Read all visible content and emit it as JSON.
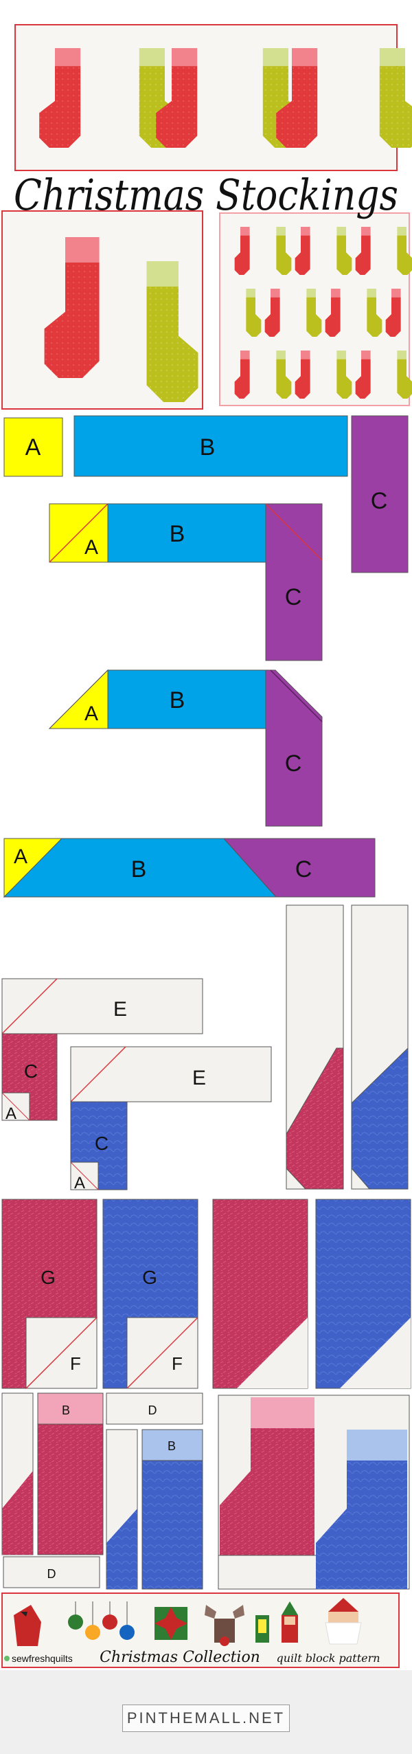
{
  "title": "Christmas Stockings",
  "labels": {
    "a": "A",
    "b": "B",
    "c": "C",
    "d": "D",
    "e": "E",
    "f": "F",
    "g": "G"
  },
  "banner": {
    "brand": "sewfreshquilts",
    "collection": "Christmas Collection",
    "subtitle": "quilt block pattern"
  },
  "watermark": "PINTHEMALL.NET",
  "colors": {
    "red": "#e1393c",
    "red_cuff": "#f2838d",
    "olive": "#bcc01f",
    "olive_cuff": "#d3e08f",
    "frame": "#d9363e",
    "yellow": "#ffff00",
    "cyan": "#00a2e8",
    "purple": "#9b3fa4",
    "pink_fabric": "#c3365d",
    "blue_fabric": "#3f61c8",
    "bg_fabric": "#f4f2ee"
  }
}
